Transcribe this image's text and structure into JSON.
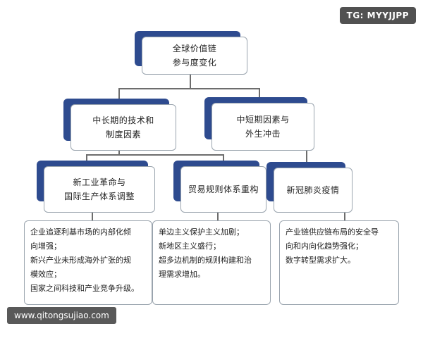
{
  "colors": {
    "accent": "#2e4b8f",
    "border": "#9aa4ae",
    "line": "#6d6d6d"
  },
  "root": {
    "line1": "全球价值链",
    "line2": "参与度变化"
  },
  "level2": [
    {
      "line1": "中长期的技术和",
      "line2": "制度因素"
    },
    {
      "line1": "中短期因素与",
      "line2": "外生冲击"
    }
  ],
  "level3": [
    {
      "line1": "新工业革命与",
      "line2": "国际生产体系调整"
    },
    {
      "line1": "贸易规则体系重构",
      "line2": ""
    },
    {
      "line1": "新冠肺炎疫情",
      "line2": ""
    }
  ],
  "details": [
    {
      "lines": [
        "企业追逐利基市场的内部化倾",
        "向增强；",
        "新兴产业未形成海外扩张的规",
        "模效应；",
        "国家之间科技和产业竞争升级。"
      ]
    },
    {
      "lines": [
        "单边主义保护主义加剧；",
        "新地区主义盛行；",
        "超多边机制的规则构建和治",
        "理需求增加。"
      ]
    },
    {
      "lines": [
        "产业链供应链布局的安全导",
        "向和内向化趋势强化；",
        "数字转型需求扩大。"
      ]
    }
  ],
  "tag": "TG: MYYJJPP",
  "watermark": "www.qitongsujiao.com"
}
